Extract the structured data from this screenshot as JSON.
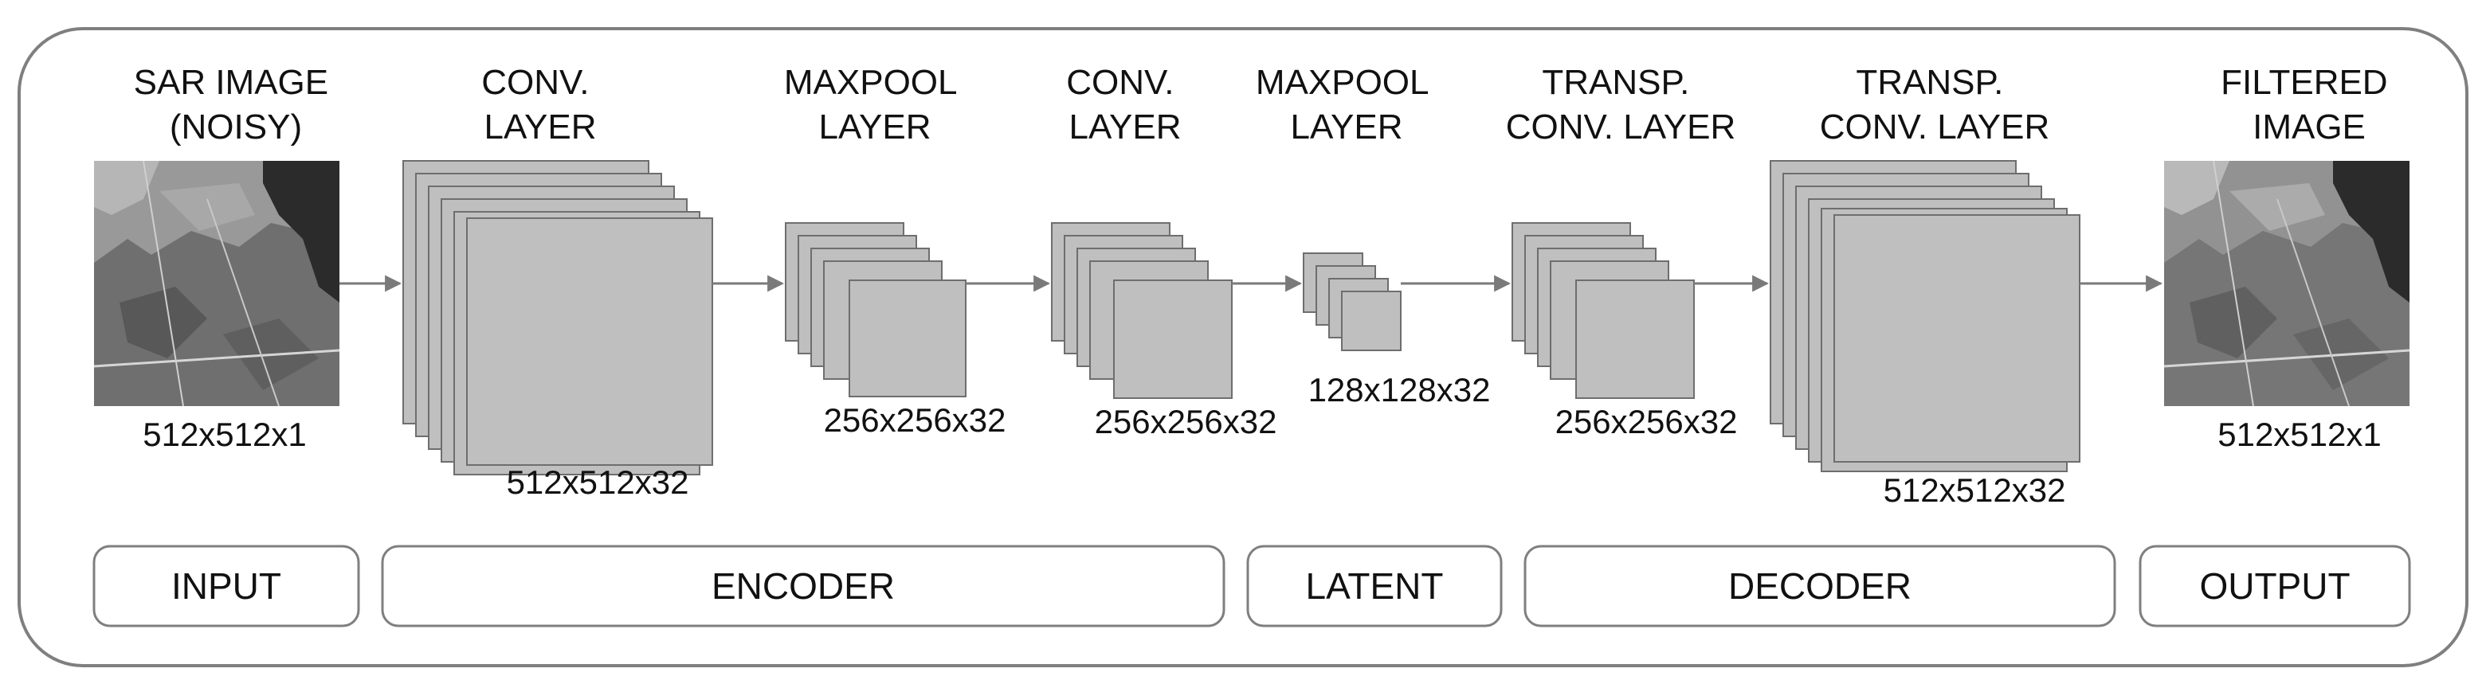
{
  "layers": [
    {
      "title": [
        "SAR IMAGE",
        "(NOISY)"
      ],
      "dims": "512x512x1",
      "image": "sar-image-noisy"
    },
    {
      "title": [
        "CONV.",
        "LAYER"
      ],
      "dims": "512x512x32"
    },
    {
      "title": [
        "MAXPOOL",
        "LAYER"
      ],
      "dims": "256x256x32"
    },
    {
      "title": [
        "CONV.",
        "LAYER"
      ],
      "dims": "256x256x32"
    },
    {
      "title": [
        "MAXPOOL",
        "LAYER"
      ],
      "dims": "128x128x32"
    },
    {
      "title": [
        "TRANSP.",
        "CONV. LAYER"
      ],
      "dims": "256x256x32"
    },
    {
      "title": [
        "TRANSP.",
        "CONV. LAYER"
      ],
      "dims": "512x512x32"
    },
    {
      "title": [
        "FILTERED",
        "IMAGE"
      ],
      "dims": "512x512x1",
      "image": "filtered-image"
    }
  ],
  "stages": [
    "INPUT",
    "ENCODER",
    "LATENT",
    "DECODER",
    "OUTPUT"
  ],
  "colors": {
    "feature_map_fill": "#bfbfbf",
    "feature_map_stroke": "#6e6e6e",
    "arrow": "#7a7a7a",
    "frame": "#7f7f7f",
    "image_dark": "#2b2b2b",
    "image_light": "#9a9a9a"
  }
}
